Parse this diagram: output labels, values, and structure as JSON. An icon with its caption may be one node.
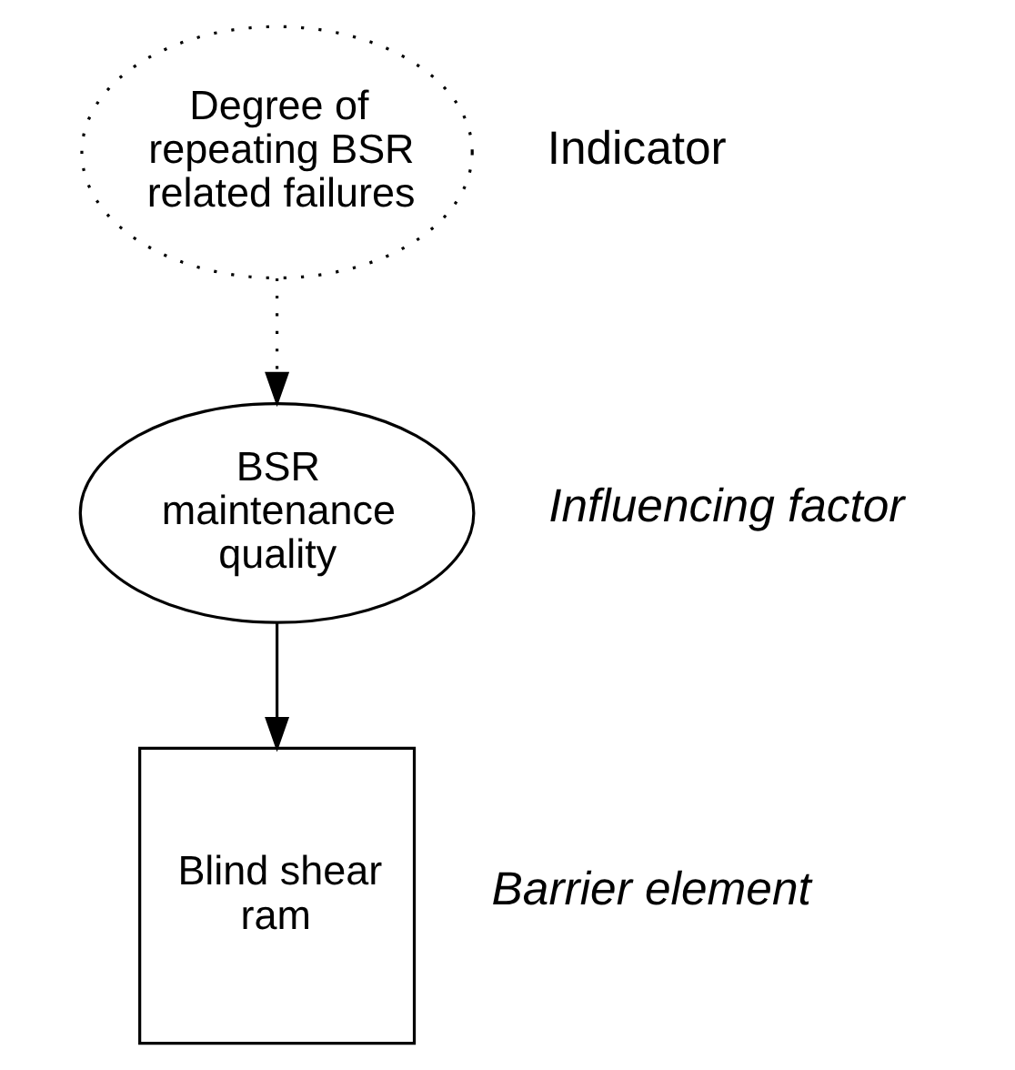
{
  "diagram": {
    "nodes": [
      {
        "text": [
          "Degree of repeating BSR related failures"
        ],
        "beside": [
          "Indicator"
        ]
      },
      {
        "text": [
          "BSR maintenance quality"
        ],
        "beside": [
          "Influencing factor"
        ]
      },
      {
        "text": [
          "Blind shear ram"
        ],
        "beside": [
          "Barrier element"
        ]
      }
    ],
    "edges": [
      {
        "from": 0,
        "to": 1,
        "arrow": "to",
        "style": "dashed"
      },
      {
        "from": 1,
        "to": 2,
        "arrow": "to"
      }
    ]
  }
}
